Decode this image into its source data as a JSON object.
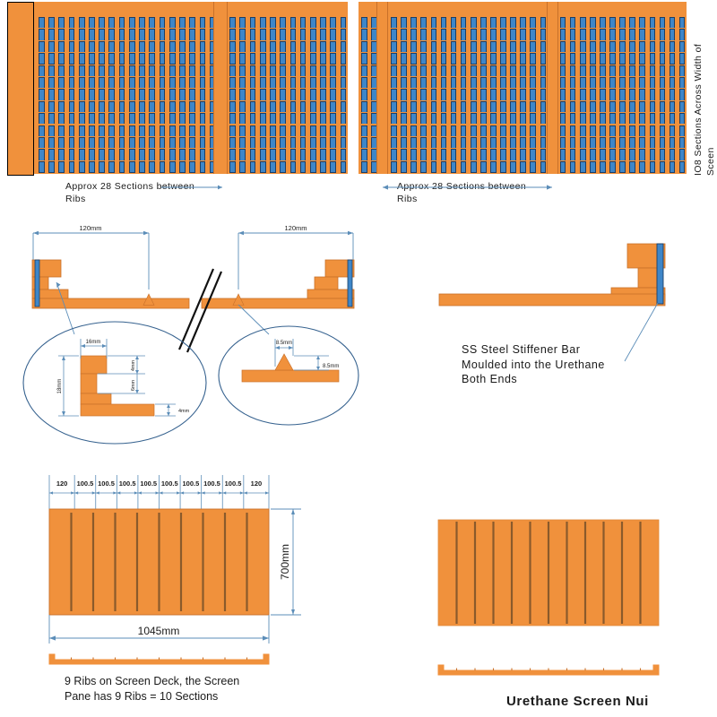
{
  "drawing": {
    "title": "Urethane Screen Nui",
    "accent_orange": "#f0913c",
    "accent_blue": "#3e86c8",
    "dim_line_color": "#5b8db8",
    "outline_color": "#c9712a"
  },
  "top_left_view": {
    "caption": "Approx  28  Sections  between\nRibs",
    "rib_count": 1,
    "columns": 31,
    "rows": 13
  },
  "top_right_view": {
    "caption": "Approx  28  Sections  between\nRibs",
    "side_caption": "IO8  Sections  Across  Width  of\nSceen",
    "rib_count": 2,
    "columns": 33,
    "rows": 13
  },
  "section_view": {
    "dim_left": "120mm",
    "dim_right": "120mm",
    "detail_left": {
      "width_label": "16mm",
      "height_label": "18mm",
      "upper_step_label": "4mm",
      "lower_step_label": "6mm",
      "base_label": "4mm"
    },
    "detail_right": {
      "width_label": "8.5mm",
      "height_label": "8.5mm"
    }
  },
  "stiffener_view": {
    "note": "SS  Steel  Stiffener  Bar\nMoulded  into  the  Urethane\nBoth  Ends"
  },
  "plan_view": {
    "top_dims": [
      "120",
      "100.5",
      "100.5",
      "100.5",
      "100.5",
      "100.5",
      "100.5",
      "100.5",
      "100.5",
      "120"
    ],
    "width_label": "1045mm",
    "height_label": "700mm",
    "caption": "9  Ribs  on  Screen  Deck,  the  Screen\nPane  has  9  Ribs  =  10  Sections",
    "rib_count": 9
  },
  "iso_view": {
    "title": "Urethane  Screen  Nui",
    "rib_count": 11
  }
}
